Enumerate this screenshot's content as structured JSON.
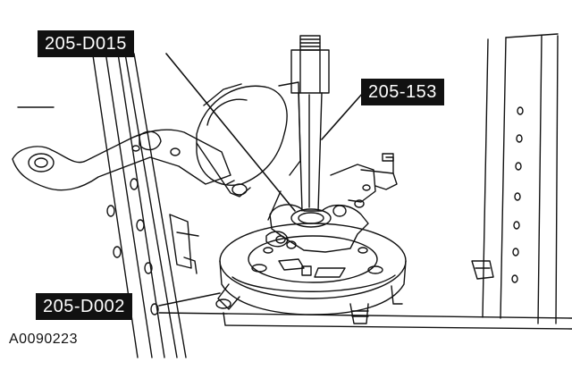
{
  "callouts": {
    "tool_upper": "205-D015",
    "tool_right": "205-153",
    "tool_lower": "205-D002"
  },
  "figure_id": "A0090223",
  "colors": {
    "ink": "#111111",
    "paper": "#ffffff",
    "label_bg": "#111111",
    "label_text": "#ffffff"
  }
}
